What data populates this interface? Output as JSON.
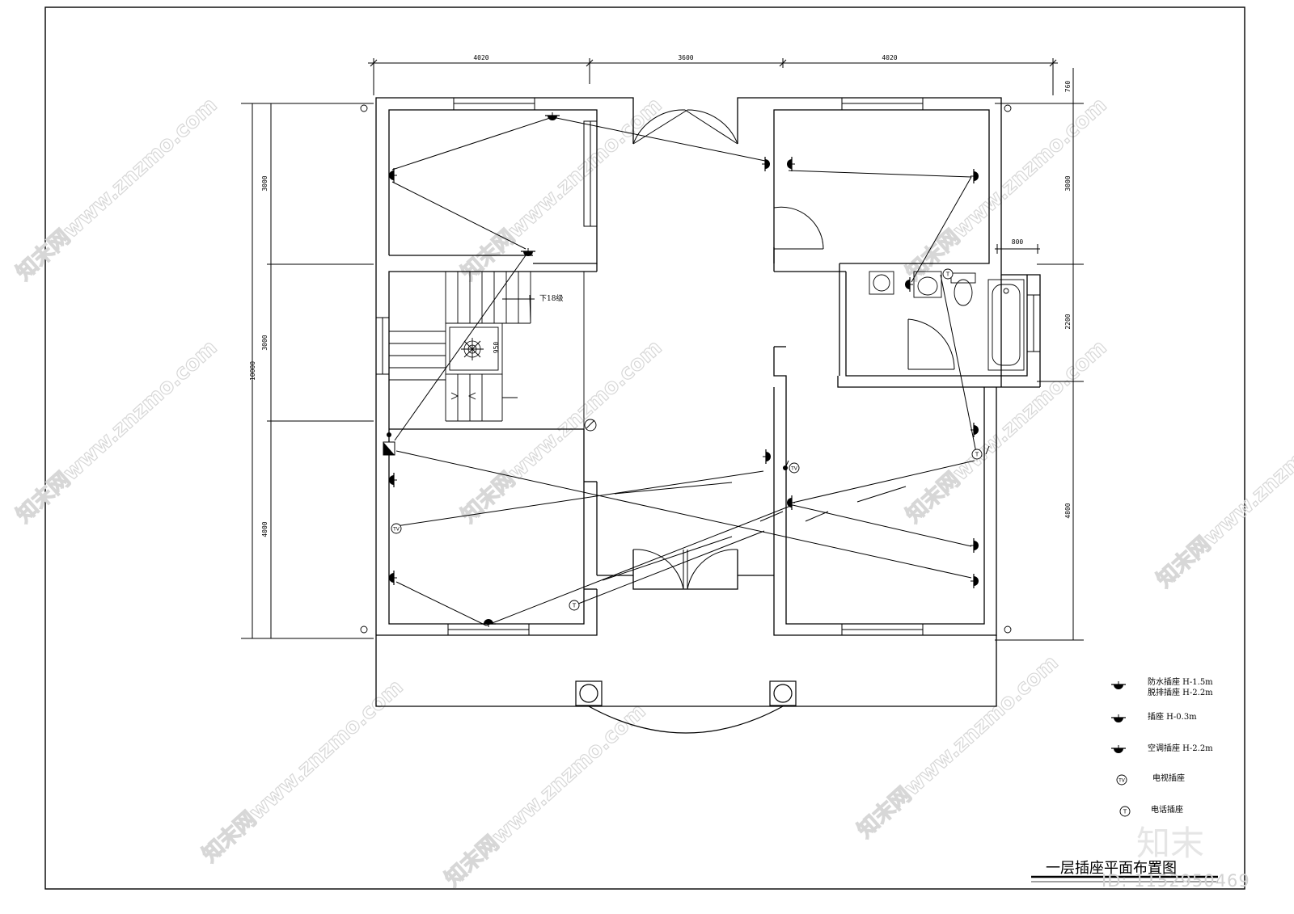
{
  "drawing": {
    "title": "一层插座平面布置图",
    "top_dimensions": [
      "4020",
      "3600",
      "4020"
    ],
    "left_dimensions": [
      "3000",
      "3000",
      "4000"
    ],
    "left_total": "10000",
    "right_dimensions": [
      "760",
      "3000",
      "2200",
      "4800"
    ],
    "bath_width": "800",
    "stair_note": "下18级",
    "stair_gap": "950"
  },
  "legend": [
    {
      "icon": "waterproof-socket-icon",
      "line1": "防水插座  H-1.5m",
      "line2": "脱排插座  H-2.2m"
    },
    {
      "icon": "socket-icon",
      "line1": "插座  H-0.3m"
    },
    {
      "icon": "ac-socket-icon",
      "line1": "空调插座  H-2.2m"
    },
    {
      "icon": "tv-socket-icon",
      "line1": "电视插座"
    },
    {
      "icon": "phone-socket-icon",
      "line1": "电话插座"
    }
  ],
  "symbol_labels": {
    "tv": "TV",
    "phone": "T"
  },
  "watermark": {
    "text": "知末网www.znzmo.com",
    "brand": "知末",
    "id": "ID: 1152950469"
  }
}
